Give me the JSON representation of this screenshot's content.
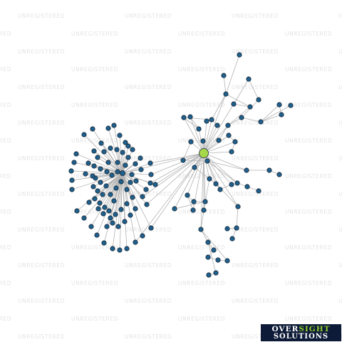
{
  "watermark": {
    "text": "UNREGISTERED"
  },
  "logo": {
    "word_over": "OVER",
    "word_sight": "SIGHT",
    "word_solutions": "SOLUTIONS",
    "colors": {
      "background": "#0d1b38",
      "text": "#ffffff",
      "accent": "#8fcc2e"
    }
  },
  "colors": {
    "node": "#1f5f8b",
    "highlight": "#a6d84a",
    "edge": "#b3b3b3",
    "watermark": "#e4e4e4"
  }
}
